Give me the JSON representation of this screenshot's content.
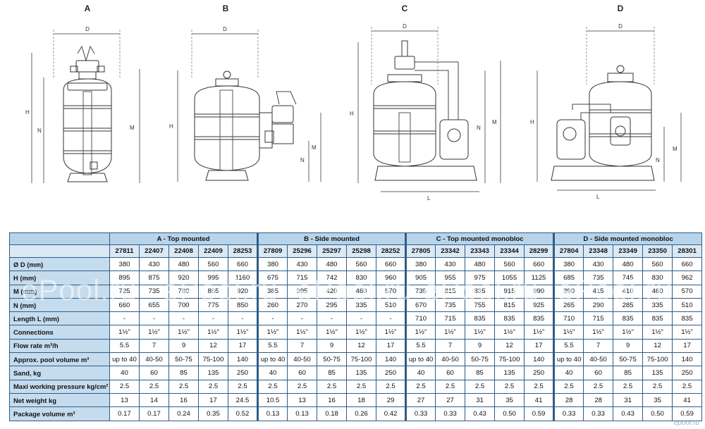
{
  "drawings": [
    {
      "key": "A"
    },
    {
      "key": "B"
    },
    {
      "key": "C"
    },
    {
      "key": "D"
    }
  ],
  "dimension_labels": {
    "d": "D",
    "h": "H",
    "n": "N",
    "m": "M",
    "l": "L"
  },
  "table": {
    "groups": [
      {
        "title": "A - Top mounted",
        "refs": [
          "27811",
          "22407",
          "22408",
          "22409",
          "28253"
        ]
      },
      {
        "title": "B - Side  mounted",
        "refs": [
          "27809",
          "25296",
          "25297",
          "25298",
          "28252"
        ]
      },
      {
        "title": "C - Top mounted monobloc",
        "refs": [
          "27805",
          "23342",
          "23343",
          "23344",
          "28299"
        ]
      },
      {
        "title": "D - Side mounted monobloc",
        "refs": [
          "27804",
          "23348",
          "23349",
          "23350",
          "28301"
        ]
      }
    ],
    "rows": [
      {
        "label": "Ø D (mm)",
        "values": [
          "380",
          "430",
          "480",
          "560",
          "660",
          "380",
          "430",
          "480",
          "560",
          "660",
          "380",
          "430",
          "480",
          "560",
          "660",
          "380",
          "430",
          "480",
          "560",
          "660"
        ]
      },
      {
        "label": "H (mm)",
        "values": [
          "895",
          "875",
          "920",
          "995",
          "1160",
          "675",
          "715",
          "742",
          "830",
          "960",
          "905",
          "955",
          "975",
          "1055",
          "1125",
          "685",
          "735",
          "745",
          "830",
          "962"
        ]
      },
      {
        "label": "M (mm)",
        "values": [
          "725",
          "735",
          "780",
          "855",
          "920",
          "385",
          "395",
          "420",
          "460",
          "570",
          "735",
          "815",
          "835",
          "915",
          "990",
          "390",
          "415",
          "410",
          "460",
          "570"
        ]
      },
      {
        "label": "N (mm)",
        "values": [
          "660",
          "655",
          "700",
          "775",
          "850",
          "260",
          "270",
          "295",
          "335",
          "510",
          "670",
          "735",
          "755",
          "815",
          "925",
          "265",
          "290",
          "285",
          "335",
          "510"
        ]
      },
      {
        "label": "Length L (mm)",
        "values": [
          "-",
          "-",
          "-",
          "-",
          "-",
          "-",
          "-",
          "-",
          "-",
          "-",
          "710",
          "715",
          "835",
          "835",
          "835",
          "710",
          "715",
          "835",
          "835",
          "835"
        ]
      },
      {
        "label": "Connections",
        "values": [
          "1½\"",
          "1½\"",
          "1½\"",
          "1½\"",
          "1½\"",
          "1½\"",
          "1½\"",
          "1½\"",
          "1½\"",
          "1½\"",
          "1½\"",
          "1½\"",
          "1½\"",
          "1½\"",
          "1½\"",
          "1½\"",
          "1½\"",
          "1½\"",
          "1½\"",
          "1½\""
        ]
      },
      {
        "label": "Flow rate m³/h",
        "values": [
          "5.5",
          "7",
          "9",
          "12",
          "17",
          "5.5",
          "7",
          "9",
          "12",
          "17",
          "5.5",
          "7",
          "9",
          "12",
          "17",
          "5.5",
          "7",
          "9",
          "12",
          "17"
        ]
      },
      {
        "label": "Approx. pool volume m³",
        "values": [
          "up to 40",
          "40-50",
          "50-75",
          "75-100",
          "140",
          "up to 40",
          "40-50",
          "50-75",
          "75-100",
          "140",
          "up to 40",
          "40-50",
          "50-75",
          "75-100",
          "140",
          "up to 40",
          "40-50",
          "50-75",
          "75-100",
          "140"
        ]
      },
      {
        "label": "Sand, kg",
        "values": [
          "40",
          "60",
          "85",
          "135",
          "250",
          "40",
          "60",
          "85",
          "135",
          "250",
          "40",
          "60",
          "85",
          "135",
          "250",
          "40",
          "60",
          "85",
          "135",
          "250"
        ]
      },
      {
        "label": "Maxi working pressure kg/cm²",
        "values": [
          "2.5",
          "2.5",
          "2.5",
          "2.5",
          "2.5",
          "2.5",
          "2.5",
          "2.5",
          "2.5",
          "2.5",
          "2.5",
          "2.5",
          "2.5",
          "2.5",
          "2.5",
          "2.5",
          "2.5",
          "2.5",
          "2.5",
          "2.5"
        ]
      },
      {
        "label": "Net weight kg",
        "values": [
          "13",
          "14",
          "16",
          "17",
          "24.5",
          "10.5",
          "13",
          "16",
          "18",
          "29",
          "27",
          "27",
          "31",
          "35",
          "41",
          "28",
          "28",
          "31",
          "35",
          "41"
        ]
      },
      {
        "label": "Package volume m³",
        "values": [
          "0.17",
          "0.17",
          "0.24",
          "0.35",
          "0.52",
          "0.13",
          "0.13",
          "0.18",
          "0.26",
          "0.42",
          "0.33",
          "0.33",
          "0.43",
          "0.50",
          "0.59",
          "0.33",
          "0.33",
          "0.43",
          "0.50",
          "0.59"
        ]
      }
    ]
  },
  "watermarks": [
    "ePool.ru",
    "ePool.ru",
    "ePool.ru",
    "ePool.ru",
    "ePool.ru"
  ],
  "corner_logo": "epool.ru"
}
